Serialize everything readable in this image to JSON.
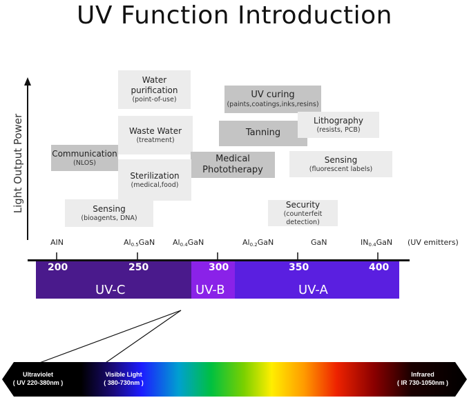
{
  "title": "UV Function Introduction",
  "y_axis_label": "Light Output Power",
  "applications": [
    {
      "id": "water-purification",
      "title": "Water purification",
      "sub": "(point-of-use)"
    },
    {
      "id": "uv-curing",
      "title": "UV curing",
      "sub": "(paints,coatings,inks,resins)"
    },
    {
      "id": "lithography",
      "title": "Lithography",
      "sub": "(resists, PCB)"
    },
    {
      "id": "tanning",
      "title": "Tanning",
      "sub": ""
    },
    {
      "id": "waste-water",
      "title": "Waste Water",
      "sub": "(treatment)"
    },
    {
      "id": "communication",
      "title": "Communication",
      "sub": "(NLOS)"
    },
    {
      "id": "medical-phototherapy",
      "title": "Medical",
      "sub": "Phototherapy"
    },
    {
      "id": "sensing-fluorescent",
      "title": "Sensing",
      "sub": "(fluorescent labels)"
    },
    {
      "id": "sterilization",
      "title": "Sterilization",
      "sub": "(medical,food)"
    },
    {
      "id": "sensing-bio",
      "title": "Sensing",
      "sub": "(bioagents, DNA)"
    },
    {
      "id": "security",
      "title": "Security",
      "sub": "(counterfeit detection)"
    }
  ],
  "materials": {
    "ain": "AIN",
    "al05": {
      "base": "Al",
      "sub": "0.5",
      "rest": "GaN"
    },
    "al04": {
      "base": "Al",
      "sub": "0.4",
      "rest": "GaN"
    },
    "al02": {
      "base": "Al",
      "sub": "0.2",
      "rest": "GaN"
    },
    "gan": "GaN",
    "in04": {
      "base": "IN",
      "sub": "0.4",
      "rest": "GaN"
    },
    "emitters_label": "(UV emitters)"
  },
  "wavelength_ticks": [
    "200",
    "250",
    "300",
    "350",
    "400"
  ],
  "bands": {
    "uvc": "UV-C",
    "uvb": "UV-B",
    "uva": "UV-A"
  },
  "spectrum": {
    "ultraviolet": "Ultraviolet",
    "ultraviolet_range": "( UV 220-380nm )",
    "visible": "Visible Light",
    "visible_range": "( 380-730nm )",
    "infrared": "Infrared",
    "infrared_range": "( IR 730-1050nm )"
  },
  "colors": {
    "uvc": "#4a1a8c",
    "uvb": "#8a22e8",
    "uva": "#5a1fe0",
    "box_light": "#ececec",
    "box_dark": "#c4c4c4"
  }
}
